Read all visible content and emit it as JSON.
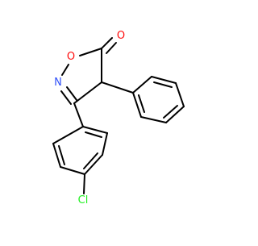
{
  "molecule": {
    "atoms": {
      "O_carbonyl": "O",
      "O_ring": "O",
      "N_ring": "N",
      "Cl": "Cl"
    },
    "colors": {
      "oxygen": "#ff0d0d",
      "nitrogen": "#3050f8",
      "chlorine": "#1ff01f",
      "bond": "#000000"
    }
  }
}
